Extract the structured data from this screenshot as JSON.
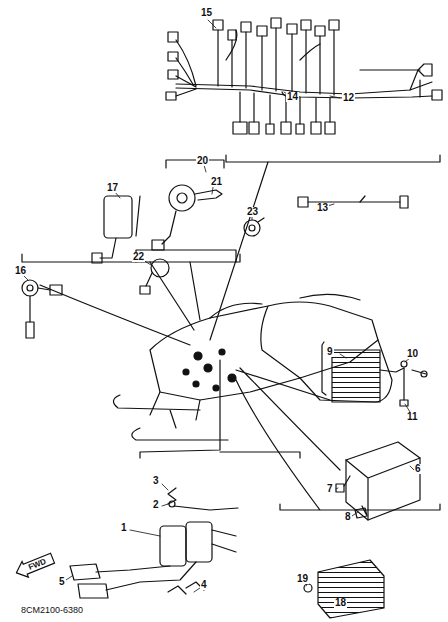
{
  "diagram": {
    "nodes": [
      {
        "text": [
          "FWD"
        ]
      }
    ],
    "labels": [
      "15",
      "14",
      "12",
      "13",
      "20",
      "21",
      "17",
      "23",
      "16",
      "22",
      "9",
      "10",
      "11",
      "6",
      "7",
      "8",
      "3",
      "2",
      "1",
      "5",
      "4",
      "19",
      "18",
      "8CM2100-6380"
    ]
  }
}
